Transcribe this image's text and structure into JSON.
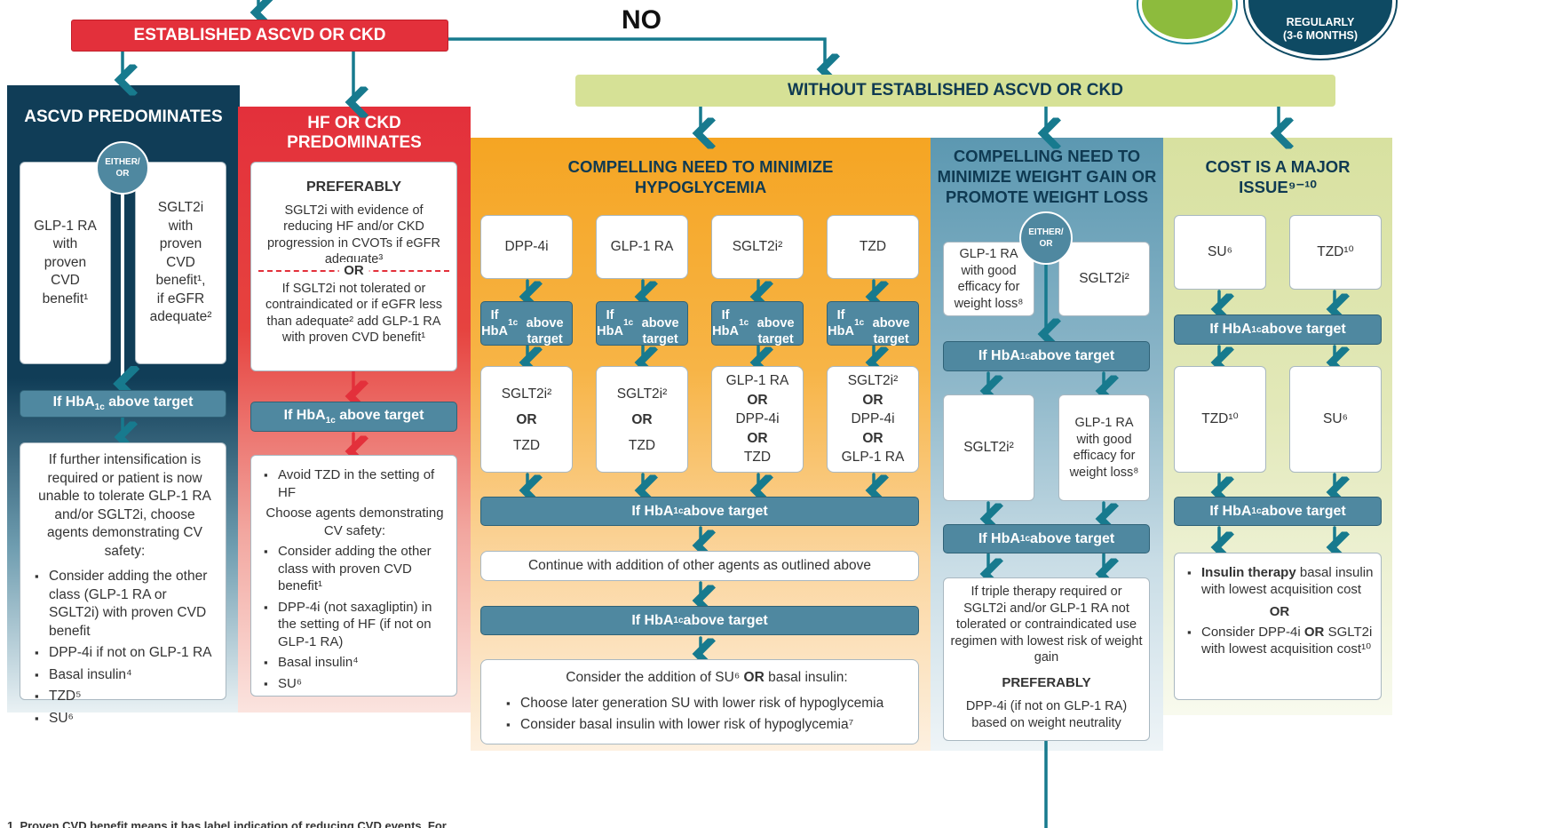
{
  "top": {
    "established": "ESTABLISHED ASCVD OR CKD",
    "no": "NO",
    "without": "WITHOUT ESTABLISHED ASCVD OR CKD",
    "monitor": "REGULARLY\n(3-6 MONTHS)"
  },
  "ascvd": {
    "title": "ASCVD PREDOMINATES",
    "either": "EITHER/\nOR",
    "left": "GLP-1 RA\nwith\nproven\nCVD\nbenefit¹",
    "right": "SGLT2i\nwith\nproven\nCVD\nbenefit¹,\nif eGFR\nadequate²",
    "hba1c": "If HbA1c above target",
    "intro": "If further intensification is required or patient is now unable to tolerate GLP-1 RA and/or SGLT2i, choose agents demonstrating CV safety:",
    "bullets": [
      "Consider adding the other class (GLP-1 RA or SGLT2i) with proven CVD benefit",
      "DPP-4i if not on GLP-1 RA",
      "Basal insulin⁴",
      "TZD⁵",
      "SU⁶"
    ]
  },
  "hf": {
    "title": "HF OR CKD\nPREDOMINATES",
    "preferably": "PREFERABLY",
    "pref_text": "SGLT2i with evidence of reducing HF and/or CKD progression in CVOTs if eGFR adequate³",
    "or": "OR",
    "alt_text": "If SGLT2i not tolerated or contraindicated or if eGFR less than adequate² add GLP-1 RA with proven CVD benefit¹",
    "hba1c": "If HbA1c above target",
    "item1": "Avoid TZD in the setting of HF",
    "choose": "Choose agents demonstrating CV safety:",
    "bullets": [
      "Consider adding the other class with proven CVD benefit¹",
      "DPP-4i (not saxagliptin) in the setting of HF (if not on GLP-1 RA)",
      "Basal insulin⁴",
      "SU⁶"
    ]
  },
  "hypo": {
    "title": "COMPELLING NEED TO MINIMIZE\nHYPOGLYCEMIA",
    "drugs": [
      "DPP-4i",
      "GLP-1 RA",
      "SGLT2i²",
      "TZD"
    ],
    "hba1c": "If HbA1c\nabove target",
    "second": [
      [
        "SGLT2i²",
        "OR",
        "TZD"
      ],
      [
        "SGLT2i²",
        "OR",
        "TZD"
      ],
      [
        "GLP-1 RA",
        "OR",
        "DPP-4i",
        "OR",
        "TZD"
      ],
      [
        "SGLT2i²",
        "OR",
        "DPP-4i",
        "OR",
        "GLP-1 RA"
      ]
    ],
    "hba1c_wide": "If HbA1c above target",
    "continue": "Continue with addition of other agents as outlined above",
    "consider_pre": "Consider the addition of SU⁶",
    "consider_or": "OR",
    "consider_post": "basal insulin:",
    "bullets": [
      "Choose later generation SU with lower risk of hypoglycemia",
      "Consider basal insulin with lower risk of hypoglycemia⁷"
    ]
  },
  "weight": {
    "title": "COMPELLING NEED TO\nMINIMIZE WEIGHT GAIN OR\nPROMOTE WEIGHT LOSS",
    "either": "EITHER/\nOR",
    "left": "GLP-1 RA\nwith good\nefficacy for\nweight loss⁸",
    "right": "SGLT2i²",
    "hba1c": "If HbA1c above target",
    "second_left": "SGLT2i²",
    "second_right": "GLP-1 RA\nwith good\nefficacy for\nweight loss⁸",
    "final": "If triple therapy required or SGLT2i and/or GLP-1 RA not tolerated or contraindicated use regimen with lowest risk of weight gain",
    "preferably": "PREFERABLY",
    "pref_text": "DPP-4i (if not on GLP-1 RA) based on weight neutrality"
  },
  "cost": {
    "title": "COST IS A MAJOR\nISSUE⁹⁻¹⁰",
    "first": [
      "SU⁶",
      "TZD¹⁰"
    ],
    "hba1c": "If HbA1c above target",
    "second": [
      "TZD¹⁰",
      "SU⁶"
    ],
    "insulin_bold": "Insulin therapy",
    "insulin_text": "basal insulin with lowest acquisition cost",
    "or": "OR",
    "consider_pre": "Consider DPP-4i",
    "consider_or": "OR",
    "consider_post": "SGLT2i with lowest acquisition cost¹⁰"
  },
  "footnote": "1.  Proven CVD benefit means it has label indication of reducing CVD events. For",
  "colors": {
    "red": "#e3303b",
    "navy": "#103d57",
    "orange": "#f5a523",
    "blue": "#4f88a0",
    "olive": "#dfe6a8",
    "teal": "#177a8e"
  }
}
